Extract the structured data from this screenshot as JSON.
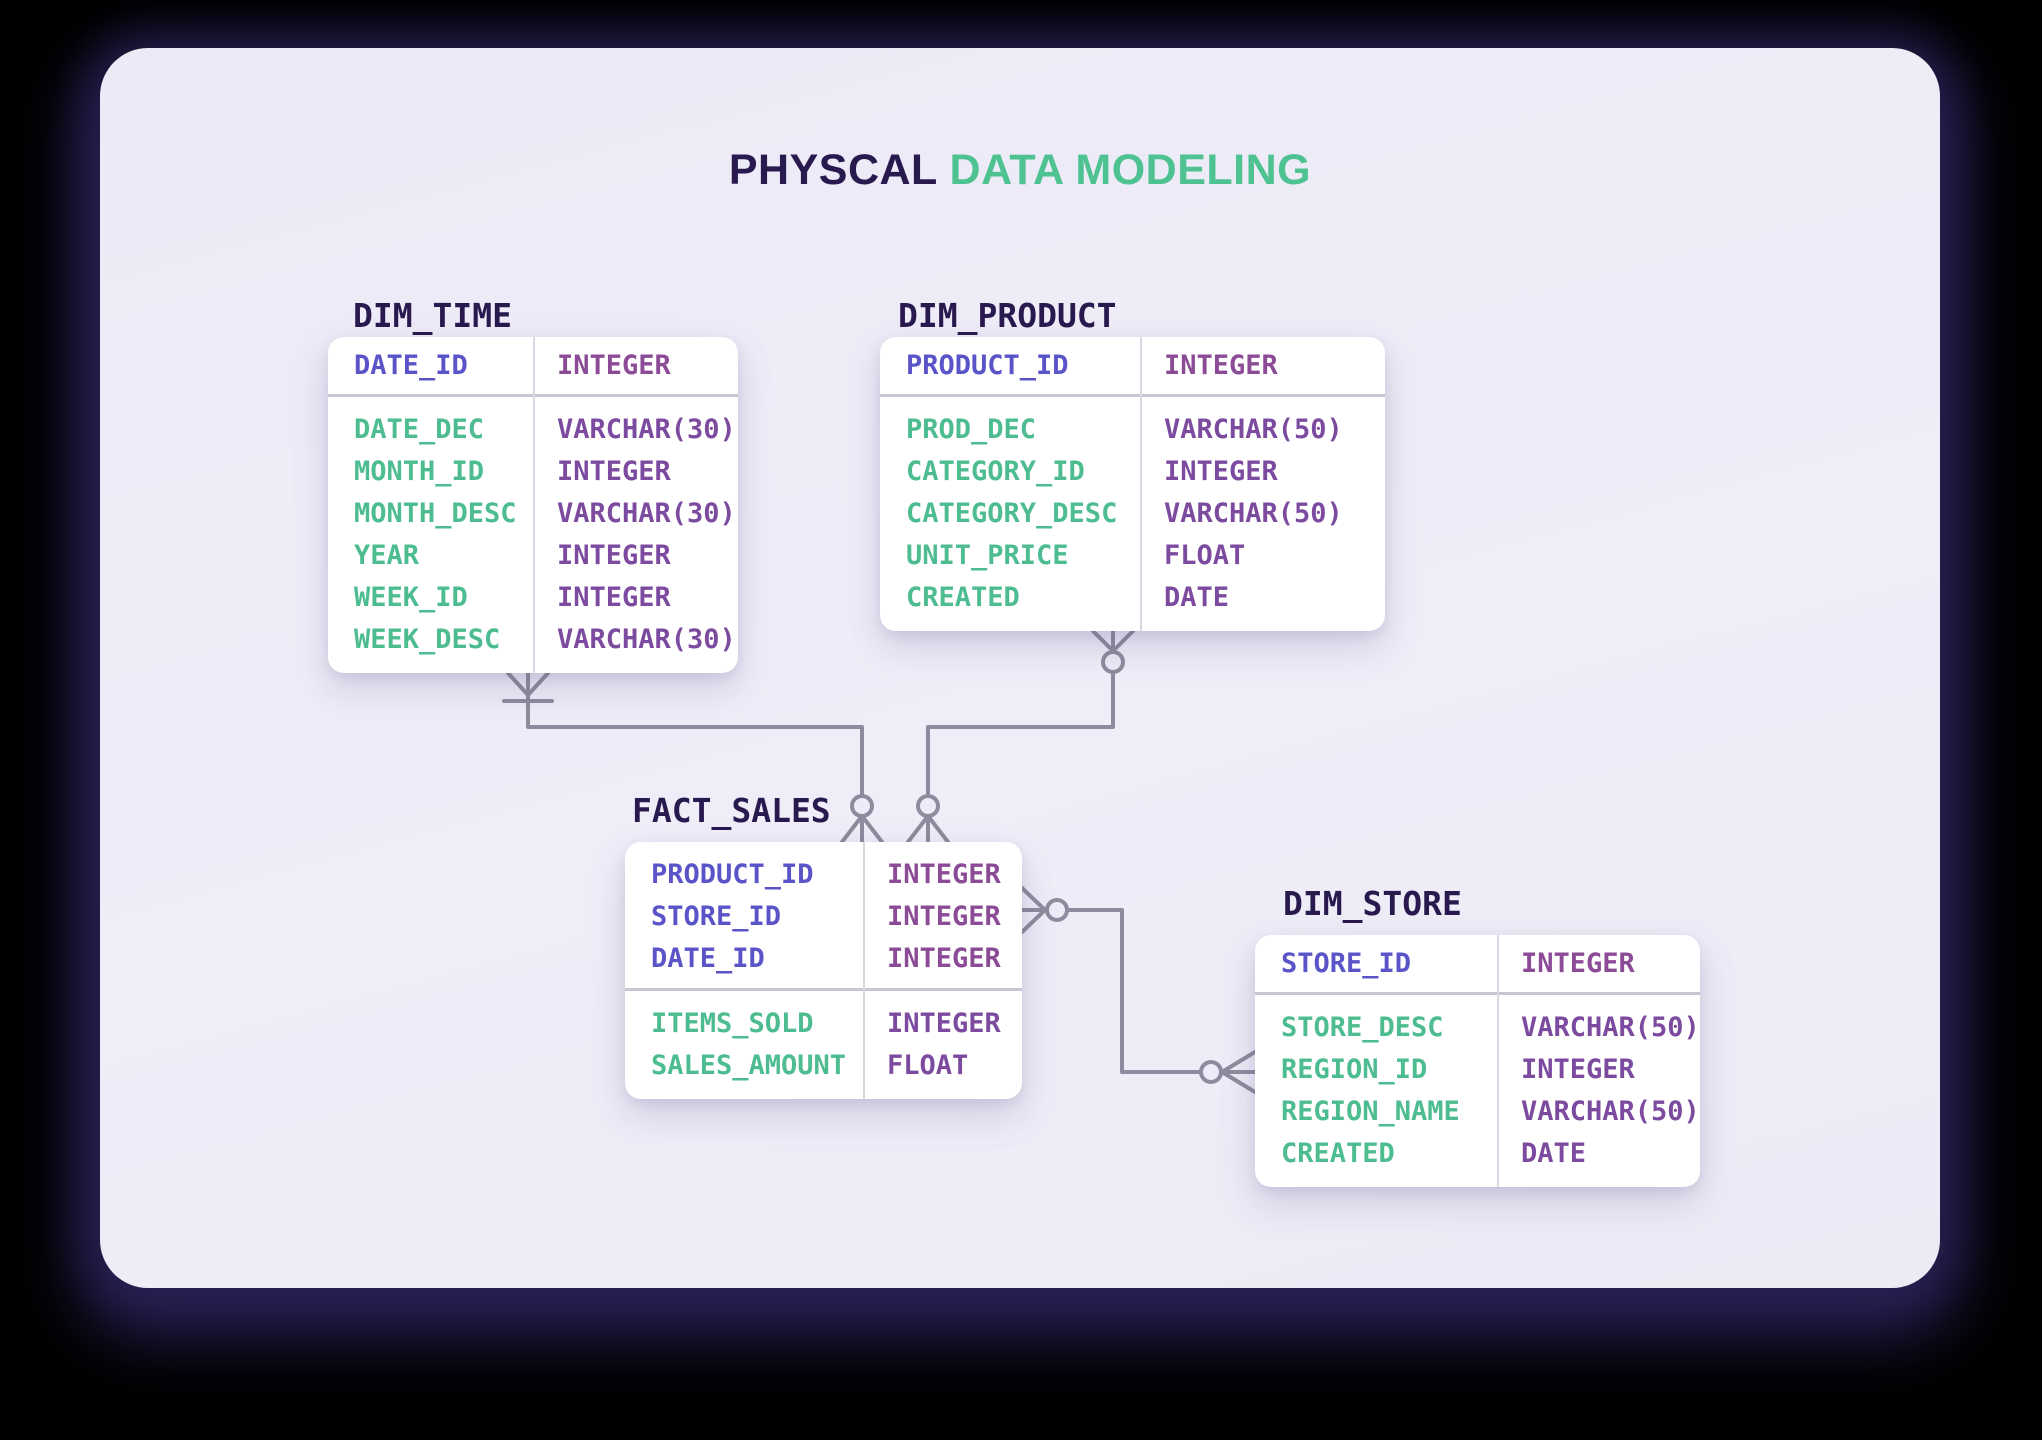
{
  "title": {
    "part1": "PHYSCAL",
    "part2": "DATA MODELING"
  },
  "colors": {
    "card_background": "#EDEBF7",
    "page_background": "#000000",
    "table_background": "#FFFFFF",
    "table_name": "#281A4E",
    "title_accent": "#4FC292",
    "key_field": "#5A54C8",
    "attribute_field": "#4DBC90",
    "key_type": "#8C4B96",
    "attribute_type": "#7C4BA0",
    "connector": "#8F8A9D"
  },
  "tables": [
    {
      "name": "DIM_TIME",
      "key_rows": [
        {
          "field": "DATE_ID",
          "type": "INTEGER"
        }
      ],
      "rows": [
        {
          "field": "DATE_DEC",
          "type": "VARCHAR(30)"
        },
        {
          "field": "MONTH_ID",
          "type": "INTEGER"
        },
        {
          "field": "MONTH_DESC",
          "type": "VARCHAR(30)"
        },
        {
          "field": "YEAR",
          "type": "INTEGER"
        },
        {
          "field": "WEEK_ID",
          "type": "INTEGER"
        },
        {
          "field": "WEEK_DESC",
          "type": "VARCHAR(30)"
        }
      ]
    },
    {
      "name": "DIM_PRODUCT",
      "key_rows": [
        {
          "field": "PRODUCT_ID",
          "type": "INTEGER"
        }
      ],
      "rows": [
        {
          "field": "PROD_DEC",
          "type": "VARCHAR(50)"
        },
        {
          "field": "CATEGORY_ID",
          "type": "INTEGER"
        },
        {
          "field": "CATEGORY_DESC",
          "type": "VARCHAR(50)"
        },
        {
          "field": "UNIT_PRICE",
          "type": "FLOAT"
        },
        {
          "field": "CREATED",
          "type": "DATE"
        }
      ]
    },
    {
      "name": "FACT_SALES",
      "key_rows": [
        {
          "field": "PRODUCT_ID",
          "type": "INTEGER"
        },
        {
          "field": "STORE_ID",
          "type": "INTEGER"
        },
        {
          "field": "DATE_ID",
          "type": "INTEGER"
        }
      ],
      "rows": [
        {
          "field": "ITEMS_SOLD",
          "type": "INTEGER"
        },
        {
          "field": "SALES_AMOUNT",
          "type": "FLOAT"
        }
      ]
    },
    {
      "name": "DIM_STORE",
      "key_rows": [
        {
          "field": "STORE_ID",
          "type": "INTEGER"
        }
      ],
      "rows": [
        {
          "field": "STORE_DESC",
          "type": "VARCHAR(50)"
        },
        {
          "field": "REGION_ID",
          "type": "INTEGER"
        },
        {
          "field": "REGION_NAME",
          "type": "VARCHAR(50)"
        },
        {
          "field": "CREATED",
          "type": "DATE"
        }
      ]
    }
  ],
  "relationships": [
    {
      "from": "DIM_TIME",
      "to": "FACT_SALES",
      "from_notation": "one-or-many (crow-foot with dash)",
      "to_notation": "zero-or-many (ring with crow-foot)"
    },
    {
      "from": "DIM_PRODUCT",
      "to": "FACT_SALES",
      "from_notation": "zero-or-many (crow-foot with ring)",
      "to_notation": "zero-or-many (ring with crow-foot)"
    },
    {
      "from": "FACT_SALES",
      "to": "DIM_STORE",
      "from_notation": "zero-or-many (crow-foot with ring)",
      "to_notation": "zero-or-many (ring with crow-foot)"
    }
  ]
}
